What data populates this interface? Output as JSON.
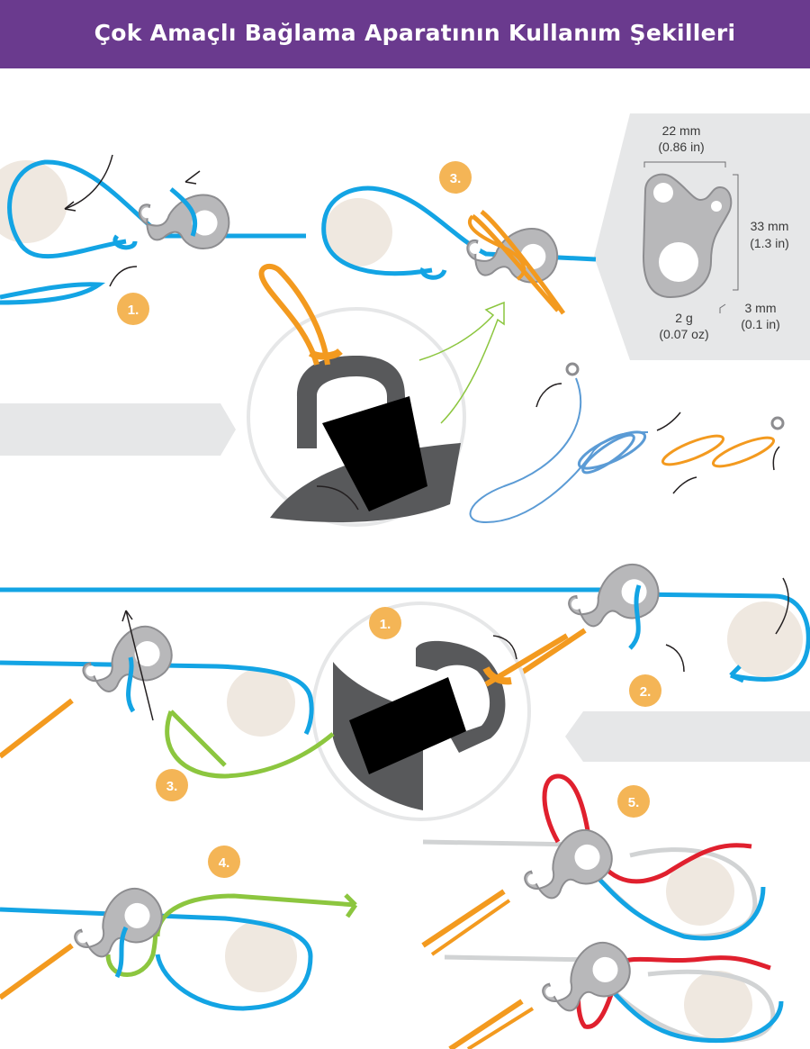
{
  "header": {
    "title": "Çok Amaçlı Bağlama Aparatının Kullanım Şekilleri"
  },
  "colors": {
    "header_bg": "#6a3a8e",
    "rope_blue": "#13a4e4",
    "rope_orange": "#f39a1f",
    "rope_green": "#8cc63f",
    "rope_red": "#e0202e",
    "step_badge": "#f4b556",
    "panel_gray": "#e6e7e8",
    "device_gray": "#b7b7b9",
    "post": "#efe8e0"
  },
  "icons": {
    "arrow": "curved-arrow-icon",
    "device": "figure-eight-tensioner-icon"
  },
  "specs": {
    "width_mm": "22 mm",
    "width_in": "(0.86 in)",
    "height_mm": "33 mm",
    "height_in": "(1.3 in)",
    "thickness_mm": "3 mm",
    "thickness_in": "(0.1 in)",
    "weight_g": "2 g",
    "weight_oz": "(0.07 oz)"
  },
  "steps": {
    "top_1": "1.",
    "top_3": "3.",
    "mid_1": "1.",
    "mid_2": "2.",
    "mid_3": "3.",
    "bot_4": "4.",
    "bot_5": "5."
  }
}
